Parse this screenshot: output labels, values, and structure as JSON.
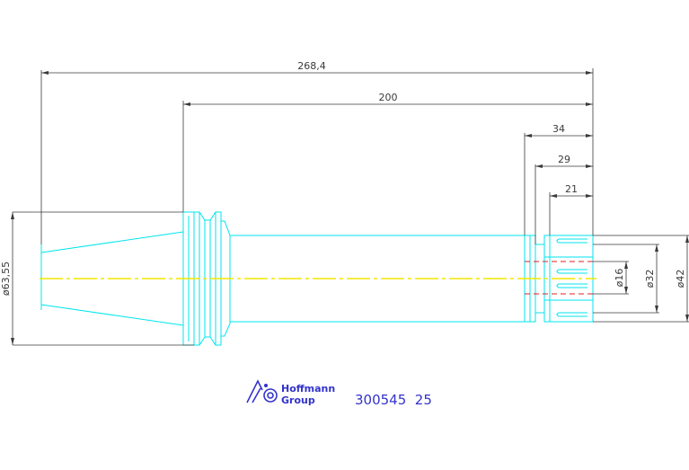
{
  "dimensions": {
    "overall_length": "268,4",
    "length_200": "200",
    "length_34": "34",
    "length_29": "29",
    "length_21": "21",
    "dia_63_55": "ø63,55",
    "dia_16": "ø16",
    "dia_32": "ø32",
    "dia_42": "ø42"
  },
  "logo": {
    "line1": "Hoffmann",
    "line2": "Group",
    "part_number": "300545  25"
  },
  "colors": {
    "outline": "#00e5ee",
    "dimension": "#3a3a3a",
    "centerline": "#f2e600",
    "hidden": "#e02020",
    "logo": "#3333cc"
  }
}
